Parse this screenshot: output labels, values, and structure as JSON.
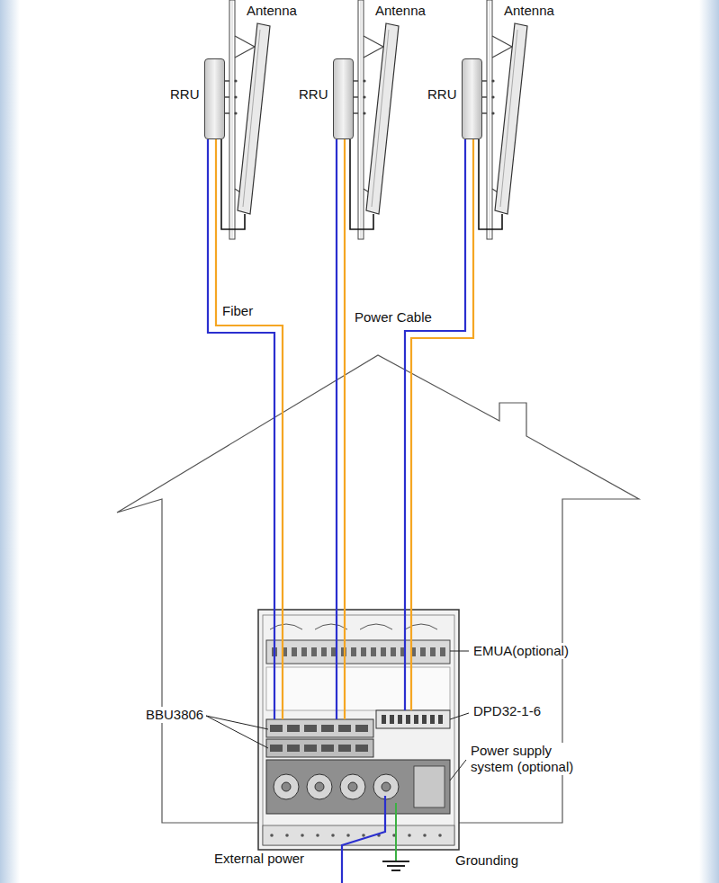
{
  "diagram": {
    "nodes": [
      {
        "text": [
          "Antenna"
        ]
      },
      {
        "text": [
          "Antenna"
        ]
      },
      {
        "text": [
          "Antenna"
        ]
      },
      {
        "text": [
          "RRU"
        ]
      },
      {
        "text": [
          "RRU"
        ]
      },
      {
        "text": [
          "RRU"
        ]
      },
      {
        "text": [
          "EMUA(optional)"
        ]
      },
      {
        "text": [
          "DPD32-1-6"
        ]
      },
      {
        "text": [
          "BBU3806"
        ]
      },
      {
        "text": [
          "Power supply system (optional)"
        ]
      }
    ],
    "edges": [
      {
        "from": 3,
        "to": 8,
        "arrow": "none"
      },
      {
        "from": 3,
        "to": 8,
        "arrow": "none"
      },
      {
        "from": 4,
        "to": 8,
        "arrow": "none"
      },
      {
        "from": 4,
        "to": 8,
        "arrow": "none"
      },
      {
        "from": 5,
        "to": 7,
        "arrow": "none"
      },
      {
        "from": 5,
        "to": 7,
        "arrow": "none"
      }
    ],
    "labels": [
      "Fiber",
      "Power Cable",
      "External power",
      "Grounding"
    ]
  }
}
